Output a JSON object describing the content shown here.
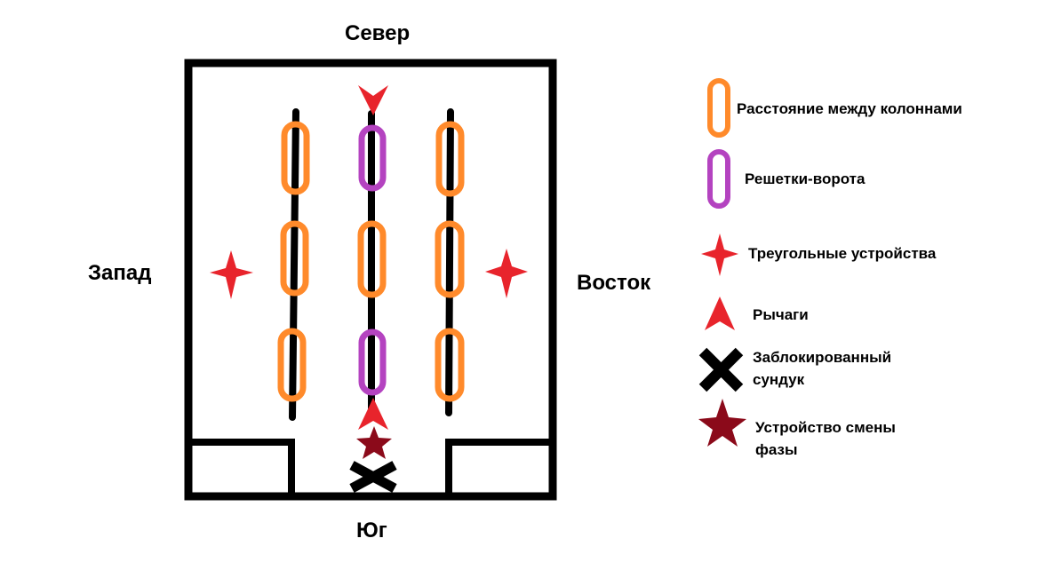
{
  "compass": {
    "north": "Север",
    "south": "Юг",
    "west": "Запад",
    "east": "Восток"
  },
  "legend": {
    "column_gap": "Расстояние между колоннами",
    "gate": "Решетки-ворота",
    "triangle_device": "Треугольные устройства",
    "lever": "Рычаги",
    "locked_chest_line1": "Заблокированный",
    "locked_chest_line2": "сундук",
    "phase_device_line1": "Устройство смены",
    "phase_device_line2": "фазы"
  },
  "colors": {
    "wall": "#000000",
    "column_gap": "#ff8a2b",
    "gate": "#b443c0",
    "triangle_device": "#e8242c",
    "lever": "#e8242c",
    "phase_device": "#8b0a1a",
    "locked_chest": "#000000"
  },
  "icons": {
    "column_gap": "orange-capsule-icon",
    "gate": "purple-capsule-icon",
    "triangle_device": "four-point-star-icon",
    "lever": "arrowhead-icon",
    "locked_chest": "x-cross-icon",
    "phase_device": "five-point-star-icon"
  }
}
